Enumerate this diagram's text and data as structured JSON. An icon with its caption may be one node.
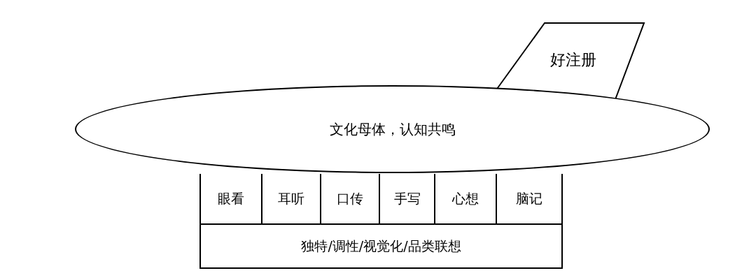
{
  "diagram": {
    "nodes": [
      {
        "text": [
          "好注册"
        ]
      },
      {
        "text": [
          "文化母体，认知共鸣"
        ]
      },
      {
        "text": [
          "眼看"
        ]
      },
      {
        "text": [
          "耳听"
        ]
      },
      {
        "text": [
          "口传"
        ]
      },
      {
        "text": [
          "手写"
        ]
      },
      {
        "text": [
          "心想"
        ]
      },
      {
        "text": [
          "脑记"
        ]
      },
      {
        "text": [
          "独特/调性/视觉化/品类联想"
        ]
      }
    ]
  }
}
